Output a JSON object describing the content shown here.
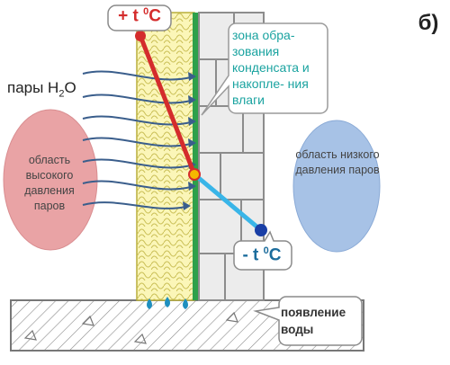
{
  "figure_tag": "б)",
  "vapor_label": "пары H",
  "vapor_sub": "2",
  "vapor_suffix": "O",
  "high_pressure": "область высокого давления паров",
  "low_pressure": "область низкого давления паров",
  "zone_text": "зона обра- зования конденсата и накопле- ния влаги",
  "temp_plus": {
    "prefix": "+ t ",
    "sup": "0",
    "suffix": "C"
  },
  "temp_minus": {
    "prefix": "- t ",
    "sup": "0",
    "suffix": "C"
  },
  "water_label": "появление воды",
  "colors": {
    "hot": "#d42c2c",
    "cold": "#39b5e8",
    "arrows": "#3a5e8c",
    "insulation": "#fbf6b8",
    "vapor_barrier": "#2ea04a",
    "high_pressure_fill": "#e9a3a5",
    "low_pressure_fill": "#a7c2e6",
    "water": "#1f8fbf"
  }
}
